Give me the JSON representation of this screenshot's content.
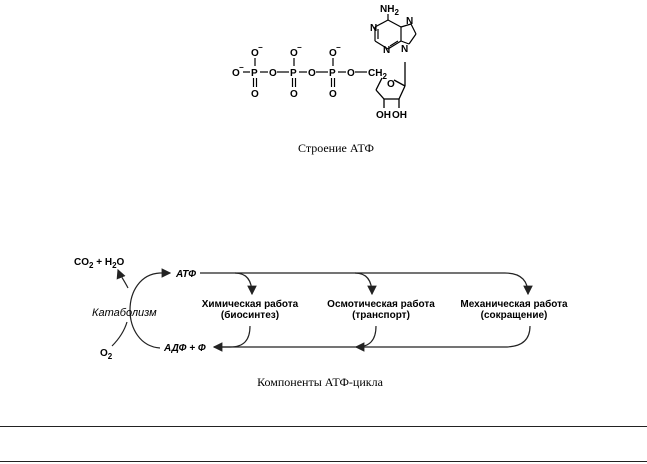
{
  "atp_structure": {
    "caption": "Строение АТФ",
    "atoms": {
      "o_minus": "O",
      "minus": "−",
      "o": "O",
      "p": "P",
      "ch": "CH",
      "ch_sub": "2",
      "nh": "NH",
      "nh_sub": "2",
      "n": "N",
      "oh": "OH"
    }
  },
  "atp_cycle": {
    "caption": "Компоненты АТФ-цикла",
    "atp_label": "АТФ",
    "adp_label": "АДФ + Ф",
    "catabolism_label": "Катаболизм",
    "co2_h2o": {
      "co": "CO",
      "sub": "2",
      "rest": " + H",
      "sub2": "2",
      "o": "O"
    },
    "o2": {
      "o": "O",
      "sub": "2"
    },
    "work_items": [
      {
        "title": "Химическая работа",
        "subtitle": "(биосинтез)"
      },
      {
        "title": "Осмотическая работа",
        "subtitle": "(транспорт)"
      },
      {
        "title": "Механическая работа",
        "subtitle": "(сокращение)"
      }
    ]
  }
}
